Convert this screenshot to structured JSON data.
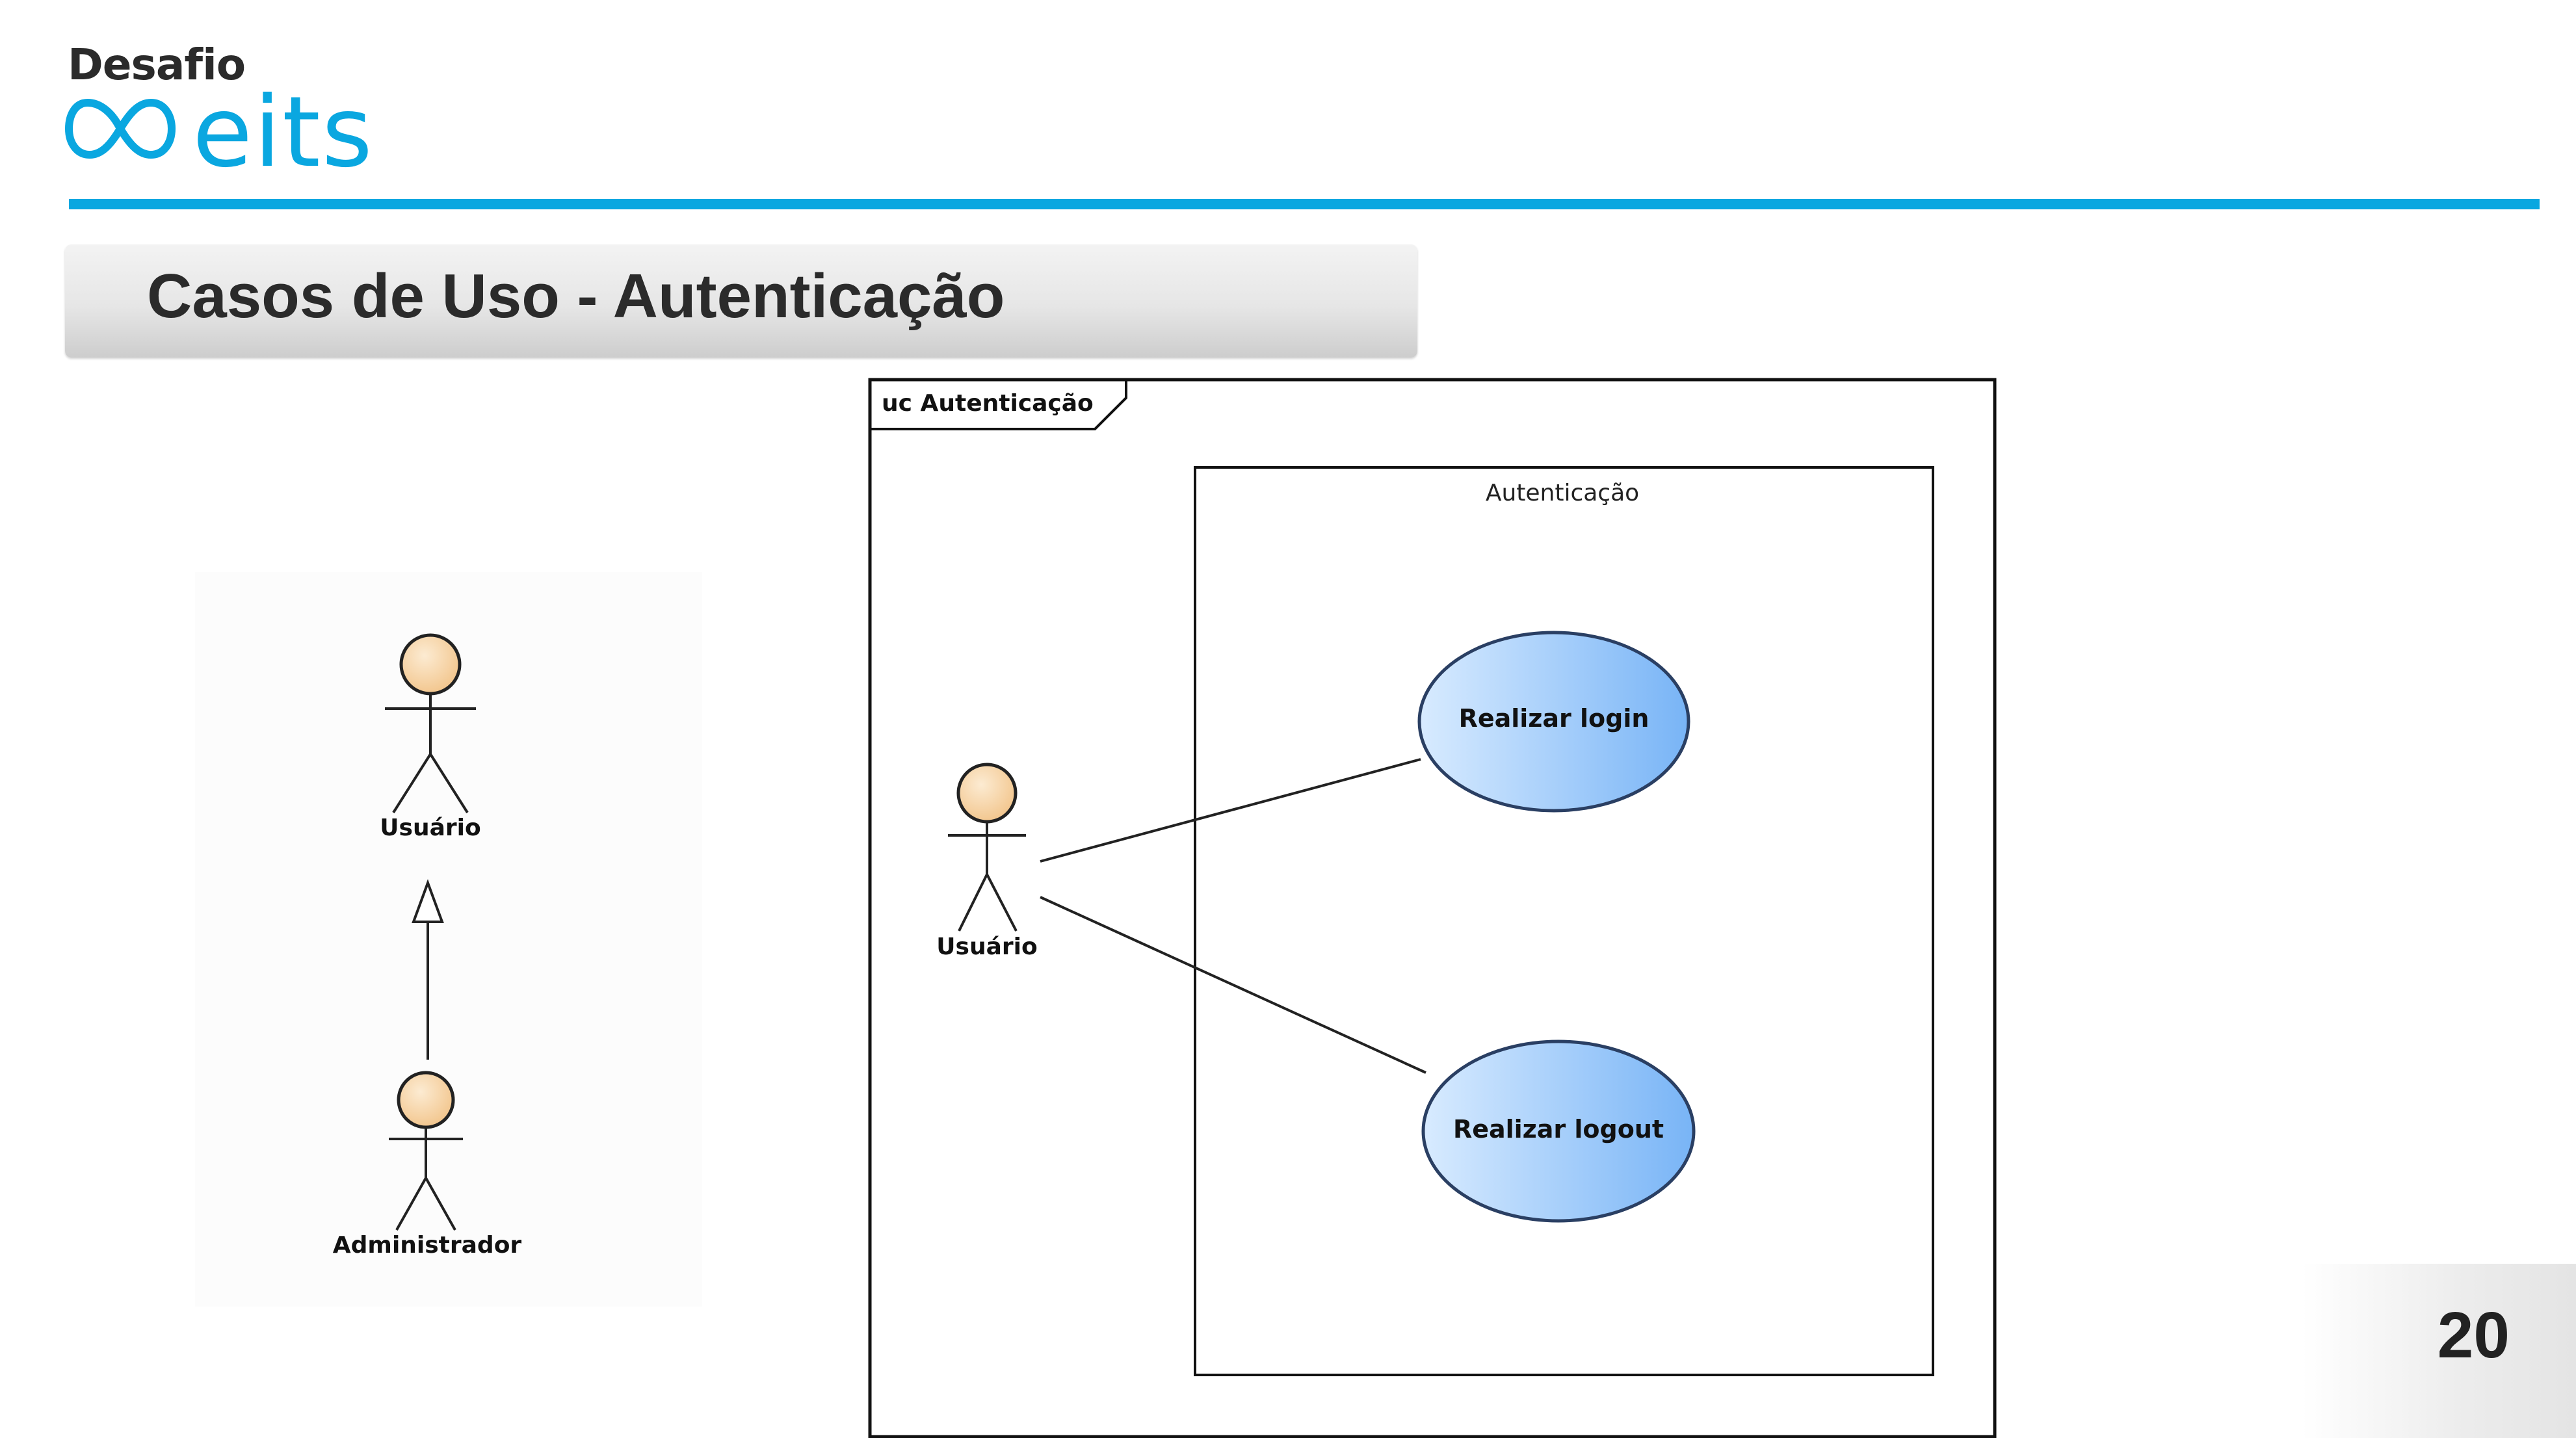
{
  "brand": {
    "tagline": "Desafio",
    "name": "eits",
    "accent_color": "#0aa7e0"
  },
  "slide": {
    "title": "Casos de Uso - Autenticação",
    "page_number": "20"
  },
  "generalization_diagram": {
    "parent_actor": "Usuário",
    "child_actor": "Administrador",
    "relation": "generalization"
  },
  "use_case_diagram": {
    "frame_label": "uc Autenticação",
    "system_boundary": "Autenticação",
    "actor": "Usuário",
    "use_cases": [
      {
        "label": "Realizar login"
      },
      {
        "label": "Realizar logout"
      }
    ],
    "associations": [
      {
        "from": "Usuário",
        "to": "Realizar login"
      },
      {
        "from": "Usuário",
        "to": "Realizar logout"
      }
    ],
    "colors": {
      "actor_head": "#f7d7a8",
      "use_case_light": "#cfe4ff",
      "use_case_dark": "#7db8f5",
      "use_case_stroke": "#2a3f63"
    }
  }
}
